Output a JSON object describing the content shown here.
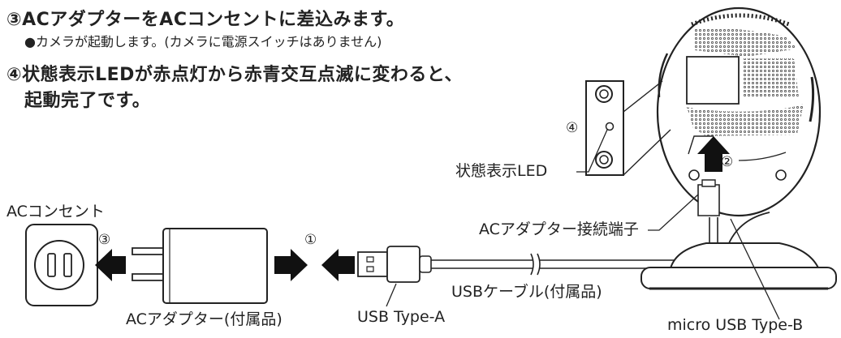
{
  "steps": {
    "step3_title": "③ACアダプターをACコンセントに差込みます。",
    "step3_note": "●カメラが起動します。(カメラに電源スイッチはありません)",
    "step4_title_line1": "④状態表示LEDが赤点灯から赤青交互点滅に変わると、",
    "step4_title_line2": "起動完了です。"
  },
  "labels": {
    "ac_outlet": "ACコンセント",
    "ac_adapter": "ACアダプター(付属品)",
    "usb_type_a": "USB Type-A",
    "usb_cable": "USBケーブル(付属品)",
    "micro_usb": "micro USB Type-B",
    "adapter_port": "ACアダプター接続端子",
    "status_led": "状態表示LED"
  },
  "markers": {
    "m1": "①",
    "m2": "②",
    "m3": "③",
    "m4": "④"
  }
}
